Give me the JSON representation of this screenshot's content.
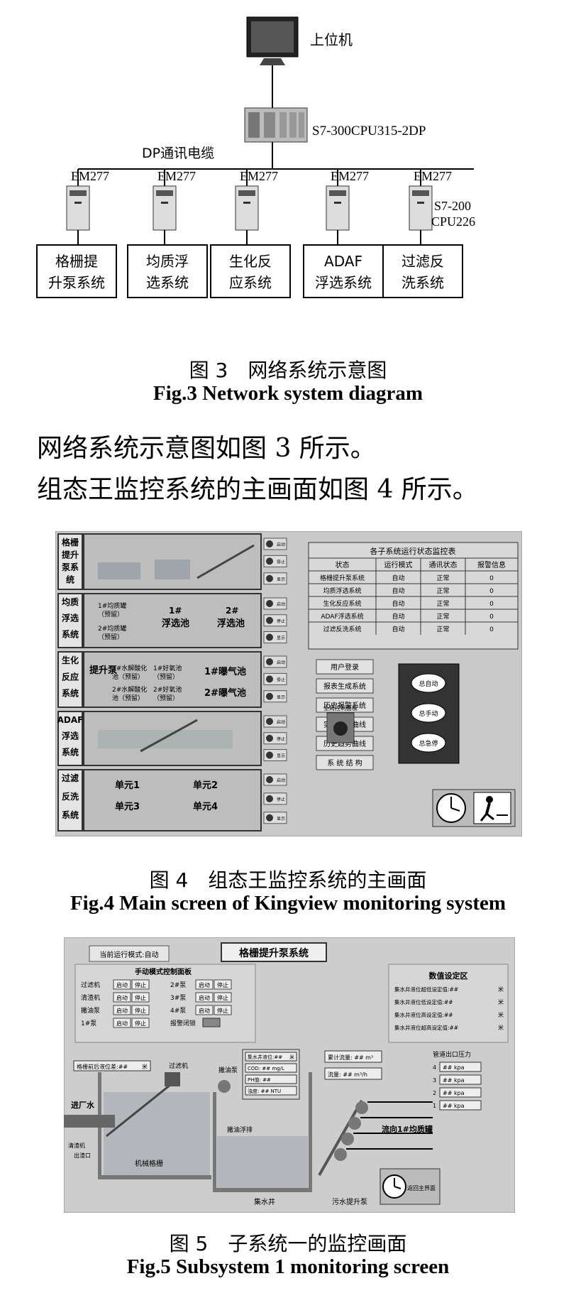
{
  "fig3": {
    "host_label": "上位机",
    "plc_label": "S7-300CPU315-2DP",
    "cable_label": "DP通讯电缆",
    "em_labels": [
      "EM277",
      "EM277",
      "EM277",
      "EM277",
      "EM277"
    ],
    "s7200_label_1": "S7-200",
    "s7200_label_2": "CPU226",
    "subsystems": [
      {
        "line1": "格栅提",
        "line2": "升泵系统"
      },
      {
        "line1": "均质浮",
        "line2": "选系统"
      },
      {
        "line1": "生化反",
        "line2": "应系统"
      },
      {
        "line1": "ADAF",
        "line2": "浮选系统"
      },
      {
        "line1": "过滤反",
        "line2": "洗系统"
      }
    ],
    "caption_cn": "图 3　网络系统示意图",
    "caption_en": "Fig.3 Network system diagram"
  },
  "body": {
    "line1": "网络系统示意图如图 3 所示。",
    "line2": "组态王监控系统的主画面如图 4 所示。"
  },
  "fig4": {
    "left_labels": [
      [
        "格栅",
        "提升",
        "泵系",
        "统"
      ],
      [
        "均质",
        "浮选",
        "系统"
      ],
      [
        "生化",
        "反应",
        "系统"
      ],
      [
        "ADAF",
        "浮选",
        "系统"
      ],
      [
        "过滤",
        "反洗",
        "系统"
      ]
    ],
    "tank_labels": {
      "t1": "1#均质罐",
      "t1b": "（预留）",
      "t2": "2#均质罐",
      "t2b": "（预留）",
      "f1": "1#",
      "f1b": "浮选池",
      "f2": "2#",
      "f2b": "浮选池",
      "bio_lift": "提升泵",
      "h1": "1#水解酸化",
      "h1b": "池（预留）",
      "h2": "2#水解酸化",
      "h2b": "池（预留）",
      "o1": "1#好氧池",
      "o1b": "（预留）",
      "o2": "2#好氧池",
      "o2b": "（预留）",
      "a1": "1#曝气池",
      "a2": "2#曝气池",
      "u1": "单元1",
      "u2": "单元2",
      "u3": "单元3",
      "u4": "单元4"
    },
    "btn_small": [
      "启动",
      "停止",
      "显示"
    ],
    "table_title": "各子系统运行状态监控表",
    "table_headers": [
      "状态",
      "运行模式",
      "通讯状态",
      "报警信息"
    ],
    "table_rows": [
      [
        "格栅提升泵系统",
        "自动",
        "正常",
        "0"
      ],
      [
        "均质浮选系统",
        "自动",
        "正常",
        "0"
      ],
      [
        "生化反应系统",
        "自动",
        "正常",
        "0"
      ],
      [
        "ADAF浮选系统",
        "自动",
        "正常",
        "0"
      ],
      [
        "过滤反洗系统",
        "自动",
        "正常",
        "0"
      ]
    ],
    "menu_buttons": [
      "用户登录",
      "报表生成系统",
      "历史报警系统",
      "实时趋势曲线",
      "历史趋势曲线",
      "系 统 结 构"
    ],
    "panel_label": "全局控制面板",
    "mode_buttons": [
      "总自动",
      "总手动",
      "总急停"
    ],
    "caption_cn": "图 4　组态王监控系统的主画面",
    "caption_en": "Fig.4 Main screen of Kingview monitoring system"
  },
  "fig5": {
    "mode_text": "当前运行模式:自动",
    "title": "格栅提升泵系统",
    "manual_title": "手动模式控制面板",
    "devices_left": [
      "过滤机",
      "清渣机",
      "撇油泵",
      "1#泵"
    ],
    "devices_right": [
      "2#泵",
      "3#泵",
      "4#泵"
    ],
    "start": "启动",
    "stop": "停止",
    "alarm": "报警闭锁",
    "settings_title": "数值设定区",
    "settings": [
      "集水井液位超低设定值:##",
      "集水井液位低设定值:##",
      "集水井液位高设定值:##",
      "集水井液位超高设定值:##"
    ],
    "unit_m": "米",
    "grid_level": "格栅前后液位差:##",
    "well_level": "集水井液位:##",
    "cod": "COD: ## mg/L",
    "ph": "PH值: ##",
    "turb": "浊度: ## NTU",
    "flow_total": "累计流量: ## m³",
    "flow_rate": "流量: ## m³/h",
    "pressure_title": "管道出口压力",
    "pressure_vals": [
      "## kpa",
      "## kpa",
      "## kpa",
      "## kpa"
    ],
    "pressure_idx": [
      "4",
      "3",
      "2",
      "1"
    ],
    "inflow": "进厂水",
    "drain": "清渣机",
    "outlet": "出渣口",
    "filter": "过滤机",
    "skimmer": "撇油泵",
    "oil": "撇油浮排",
    "screen": "机械格栅",
    "well": "集水井",
    "pumps": "污水提升泵",
    "to_tank": "流向1#均质罐",
    "return": "返回主界面",
    "caption_cn": "图 5　子系统一的监控画面",
    "caption_en": "Fig.5 Subsystem 1 monitoring screen"
  }
}
